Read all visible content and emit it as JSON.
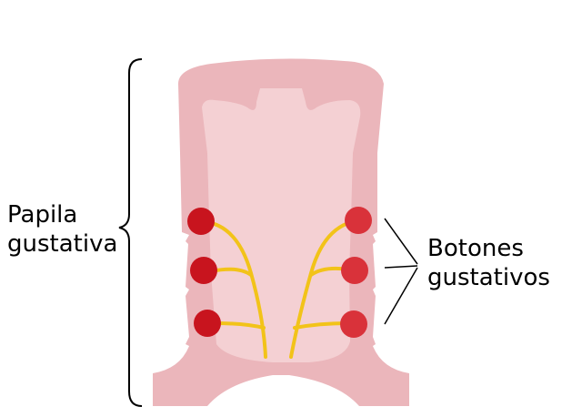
{
  "labels": {
    "papila_line1": "Papila",
    "papila_line2": "gustativa",
    "botones_line1": "Botones",
    "botones_line2": "gustativos"
  },
  "colors": {
    "outer_tissue": "#ebb6bb",
    "inner_tissue": "#f4d0d3",
    "taste_bud": "#c8141e",
    "taste_bud_light": "#d9323a",
    "nerve": "#f2c319",
    "line": "#000000"
  }
}
